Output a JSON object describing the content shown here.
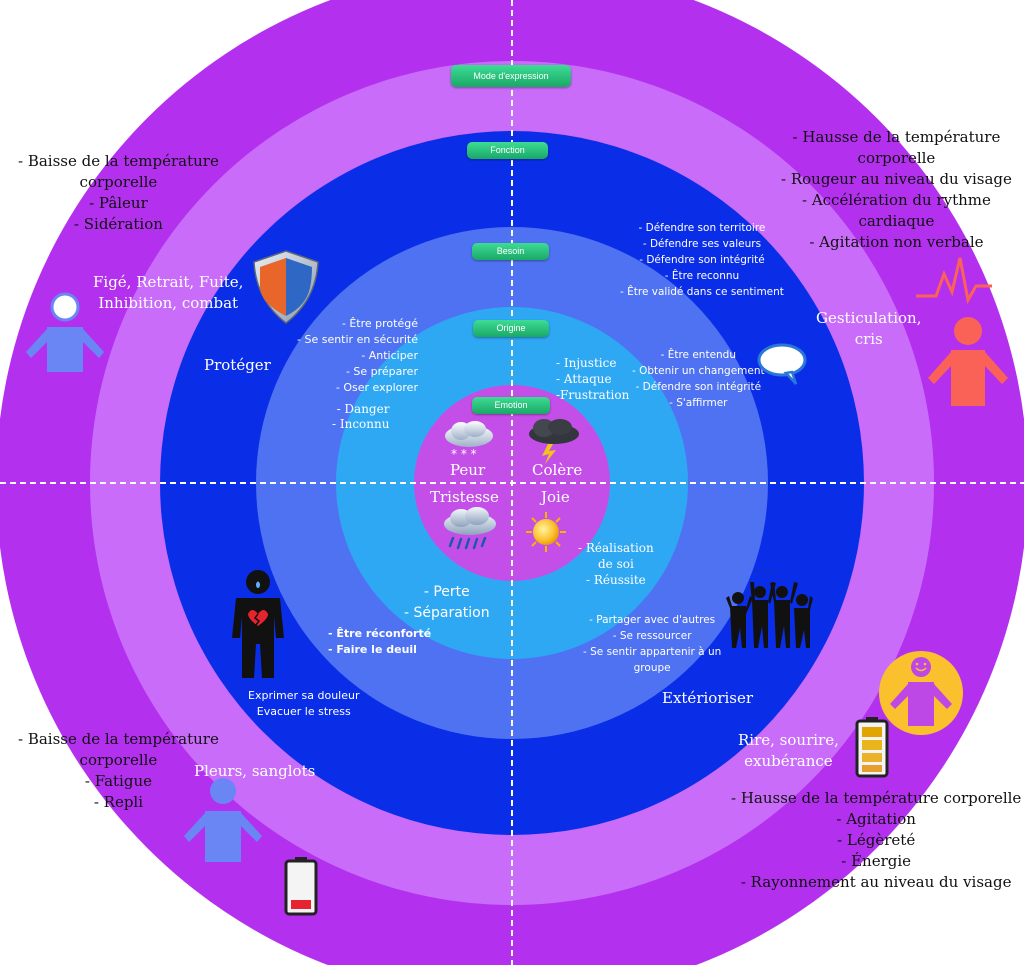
{
  "tags": {
    "mode": "Mode d'expression",
    "fonction": "Fonction",
    "besoin": "Besoin",
    "origine": "Origine",
    "emotion": "Emotion"
  },
  "emotions": {
    "peur": "Peur",
    "colere": "Colère",
    "tristesse": "Tristesse",
    "joie": "Joie"
  },
  "fear": {
    "origin": [
      "- Danger",
      "- Inconnu"
    ],
    "needs": [
      "- Être protégé",
      "- Se sentir en sécurité",
      "- Anticiper",
      "- Se préparer",
      "- Oser explorer"
    ],
    "function": "Protéger",
    "expression": [
      "Figé, Retrait, Fuite,",
      "Inhibition, combat"
    ],
    "physical": [
      "- Baisse de la température",
      "corporelle",
      "- Pâleur",
      "- Sidération"
    ]
  },
  "anger": {
    "origin": [
      "- Injustice",
      "- Attaque",
      "-Frustration"
    ],
    "needs": [
      "- Être entendu",
      "- Obtenir un changement",
      "- Défendre son intégrité",
      "- S'affirmer"
    ],
    "function": [
      "- Défendre son territoire",
      "- Défendre ses valeurs",
      "- Défendre son intégrité",
      "- Être reconnu",
      "- Être validé dans ce sentiment"
    ],
    "expression": [
      "Gesticulation,",
      "cris"
    ],
    "physical": [
      "- Hausse de la température",
      "corporelle",
      "- Rougeur au niveau du visage",
      "- Accélération du rythme",
      "cardiaque",
      "- Agitation non verbale"
    ]
  },
  "sadness": {
    "origin": [
      "- Perte",
      "- Séparation"
    ],
    "needs": [
      "- Être réconforté",
      "- Faire le deuil"
    ],
    "function": [
      "Exprimer sa douleur",
      "Evacuer le stress"
    ],
    "expression": "Pleurs, sanglots",
    "physical": [
      "- Baisse de la température",
      "corporelle",
      "- Fatigue",
      "- Repli"
    ]
  },
  "joy": {
    "origin": [
      "- Réalisation",
      "de soi",
      "- Réussite"
    ],
    "needs": [
      "- Partager avec d'autres",
      "- Se ressourcer",
      "- Se sentir appartenir à un",
      "groupe"
    ],
    "function": "Extérioriser",
    "expression": [
      "Rire, sourire,",
      "exubérance"
    ],
    "physical": [
      "- Hausse de la température corporelle",
      "- Agitation",
      "- Légèreté",
      "- Énergie",
      "- Rayonnement au niveau du visage"
    ]
  },
  "colors": {
    "ring_outer": "#b430ef",
    "ring_2": "#ca6cfa",
    "ring_3": "#0a2ee8",
    "ring_4": "#4f72f3",
    "ring_5": "#2fa8f4",
    "ring_core": "#c44fe8",
    "fear_person": "#6a86f5",
    "anger_person": "#fa6257",
    "joy_person": "#bd48e6",
    "joy_sun": "#fbc02d",
    "tag": "#2cc47f"
  },
  "icons": {
    "fear_person": "person-icon",
    "shield": "shield-icon",
    "anger_person": "person-icon",
    "heartbeat": "heartbeat-icon",
    "speech": "speech-bubble-icon",
    "sad_person": "person-icon",
    "broken_heart_figure": "crying-figure-icon",
    "battery_low": "battery-low-icon",
    "joy_person": "smiley-person-icon",
    "battery_full": "battery-full-icon",
    "crowd": "cheering-group-icon",
    "snow_cloud": "snow-cloud-icon",
    "storm_cloud": "storm-cloud-icon",
    "rain_cloud": "rain-cloud-icon",
    "sun": "sun-icon"
  }
}
